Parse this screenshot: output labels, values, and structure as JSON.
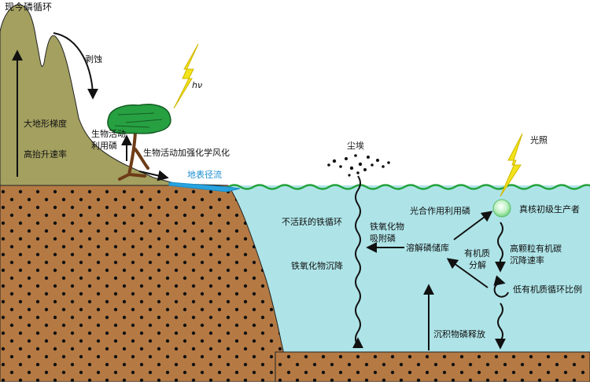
{
  "title": "现今磷循环",
  "labels": {
    "erosion": "剥蚀",
    "topo_gradient": "大地形梯度",
    "uplift_rate": "高抬升速率",
    "bio_utilization_1": "生物活动",
    "bio_utilization_2": "利用磷",
    "bio_weathering": "生物活动加强化学风化",
    "hv": "hν",
    "runoff": "地表径流",
    "dust": "尘埃",
    "light": "光照",
    "inactive_fe_cycle": "不活跃的铁循环",
    "fe_sink": "铁氧化物沉降",
    "fe_adsorb_1": "铁氧化物",
    "fe_adsorb_2": "吸附磷",
    "dissolved_p": "溶解磷储库",
    "photosynthesis": "光合作用利用磷",
    "producers": "真核初级生产者",
    "om_decomp_1": "有机质",
    "om_decomp_2": "分解",
    "sinking_1": "高颗粒有机碳",
    "sinking_2": "沉降速率",
    "om_recycle": "低有机质循环比例",
    "sediment_release": "沉积物磷释放"
  },
  "colors": {
    "land": "#b57a44",
    "mountain": "#a3a060",
    "ocean": "#aee4e8",
    "wave": "#23a23b",
    "runoff": "#29a3df",
    "lightning": "#f2e31a",
    "tree_leaves": "#27a042",
    "trunk": "#6d3c17"
  }
}
